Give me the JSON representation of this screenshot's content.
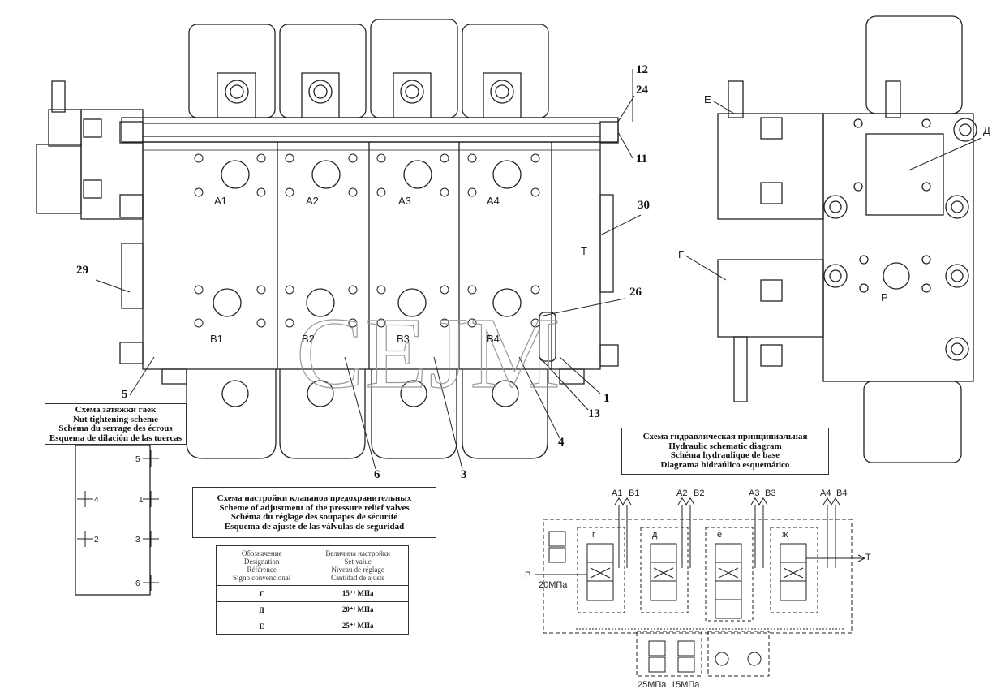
{
  "watermark": "CEJM",
  "callouts": {
    "n1": "1",
    "n3": "3",
    "n4": "4",
    "n5": "5",
    "n6": "6",
    "n11": "11",
    "n12": "12",
    "n13": "13",
    "n24": "24",
    "n26": "26",
    "n29": "29",
    "n30": "30"
  },
  "ports": {
    "a1": "A1",
    "a2": "A2",
    "a3": "A3",
    "a4": "A4",
    "b1": "B1",
    "b2": "B2",
    "b3": "B3",
    "b4": "B4",
    "t": "T",
    "p": "P",
    "d": "Д",
    "g": "Г",
    "e": "Е"
  },
  "nut_scheme": {
    "title_ru": "Схема затяжки гаек",
    "title_en": "Nut tightening scheme",
    "title_fr": "Schéma du serrage des écrous",
    "title_es": "Esquema de dilación de las tuercas",
    "marks": [
      "5",
      "4",
      "1",
      "2",
      "3",
      "6"
    ]
  },
  "hydraulic_scheme": {
    "title_ru": "Схема гидравлическая принципиальная",
    "title_en": "Hydraulic schematic diagram",
    "title_fr": "Schéma hydraulique de base",
    "title_es": "Diagrama hidraúlico esquemático",
    "top_ports": [
      "A1",
      "B1",
      "A2",
      "B2",
      "A3",
      "B3",
      "A4",
      "B4"
    ],
    "inlet": "P",
    "outlet": "T",
    "p_20": "20МПа",
    "p_25": "25МПа",
    "p_15": "15МПа",
    "spool_marks": [
      "г",
      "д",
      "е",
      "ж"
    ]
  },
  "valve_adjustment": {
    "title_ru": "Схема настройки клапанов предохранительных",
    "title_en": "Scheme of adjustment of the pressure relief valves",
    "title_fr": "Schéma du réglage des soupapes de sécurité",
    "title_es": "Esquema de ajuste de las válvulas de seguridad",
    "col1": [
      "Обозначение",
      "Designation",
      "Référence",
      "Signo convencional"
    ],
    "col2": [
      "Величина настройки",
      "Set value",
      "Niveau de réglage",
      "Cantidad de ajuste"
    ],
    "rows": [
      {
        "designation": "Г",
        "value": "15⁺¹ МПа"
      },
      {
        "designation": "Д",
        "value": "20⁺¹ МПа"
      },
      {
        "designation": "Е",
        "value": "25⁺¹ МПа"
      }
    ]
  },
  "colors": {
    "line": "#222222",
    "watermark": "#b0b0b0",
    "paper": "#ffffff"
  }
}
